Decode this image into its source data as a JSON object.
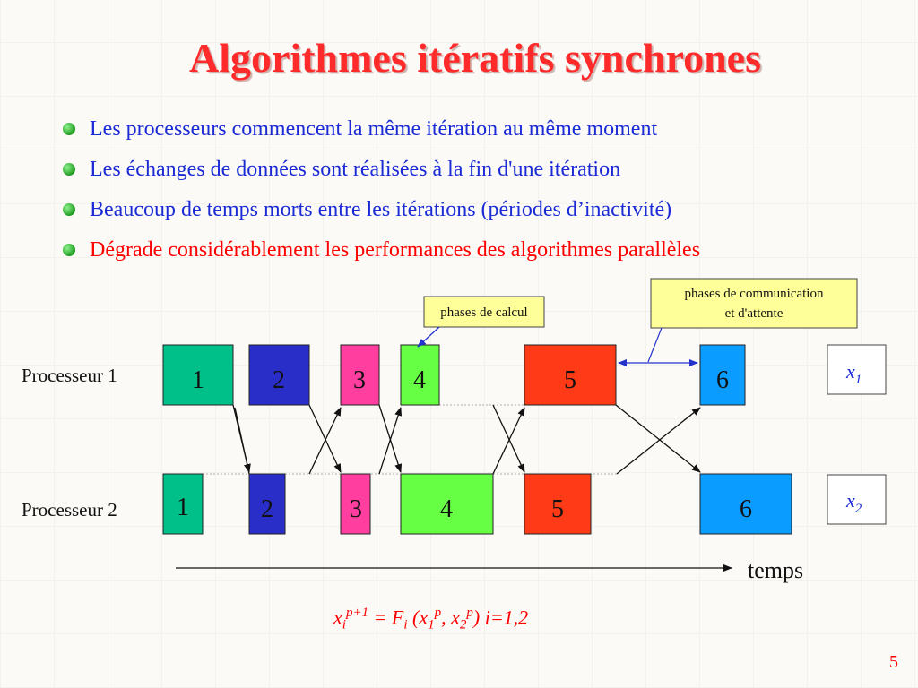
{
  "title": "Algorithmes itératifs synchrones",
  "bullets": [
    {
      "text": "Les processeurs commencent la même itération au même moment",
      "color": "#1a2bd6"
    },
    {
      "text": "Les échanges de données sont réalisées à la fin d'une itération",
      "color": "#1a2bd6"
    },
    {
      "text": "Beaucoup de temps morts entre les itérations (périodes d’inactivité)",
      "color": "#1a2bd6"
    },
    {
      "text": "Dégrade considérablement les performances des algorithmes parallèles",
      "color": "#ff0000"
    }
  ],
  "diagram": {
    "processors": [
      "Processeur 1",
      "Processeur 2"
    ],
    "p1_blocks": [
      {
        "label": "1",
        "color": "#00c08a"
      },
      {
        "label": "2",
        "color": "#2a2ec8"
      },
      {
        "label": "3",
        "color": "#ff3ea0"
      },
      {
        "label": "4",
        "color": "#66ff44"
      },
      {
        "label": "5",
        "color": "#ff3b17"
      },
      {
        "label": "6",
        "color": "#0a9cff"
      }
    ],
    "p2_blocks": [
      {
        "label": "1",
        "color": "#00c08a"
      },
      {
        "label": "2",
        "color": "#2a2ec8"
      },
      {
        "label": "3",
        "color": "#ff3ea0"
      },
      {
        "label": "4",
        "color": "#66ff44"
      },
      {
        "label": "5",
        "color": "#ff3b17"
      },
      {
        "label": "6",
        "color": "#0a9cff"
      }
    ],
    "callout_calcul": "phases de calcul",
    "callout_comm_line1": "phases de communication",
    "callout_comm_line2": "et d'attente",
    "x1": {
      "base": "x",
      "sub": "1"
    },
    "x2": {
      "base": "x",
      "sub": "2"
    },
    "time_label": "temps"
  },
  "formula": {
    "lhs_base": "x",
    "lhs_sub": "i",
    "lhs_sup": "p+1",
    "eq": " = F",
    "f_sub": "i",
    "open": " (x",
    "a_sub": "1",
    "a_sup": "p",
    "comma": ", x",
    "b_sub": "2",
    "b_sup": "p",
    "close": ")   i=1,2"
  },
  "page_number": "5"
}
